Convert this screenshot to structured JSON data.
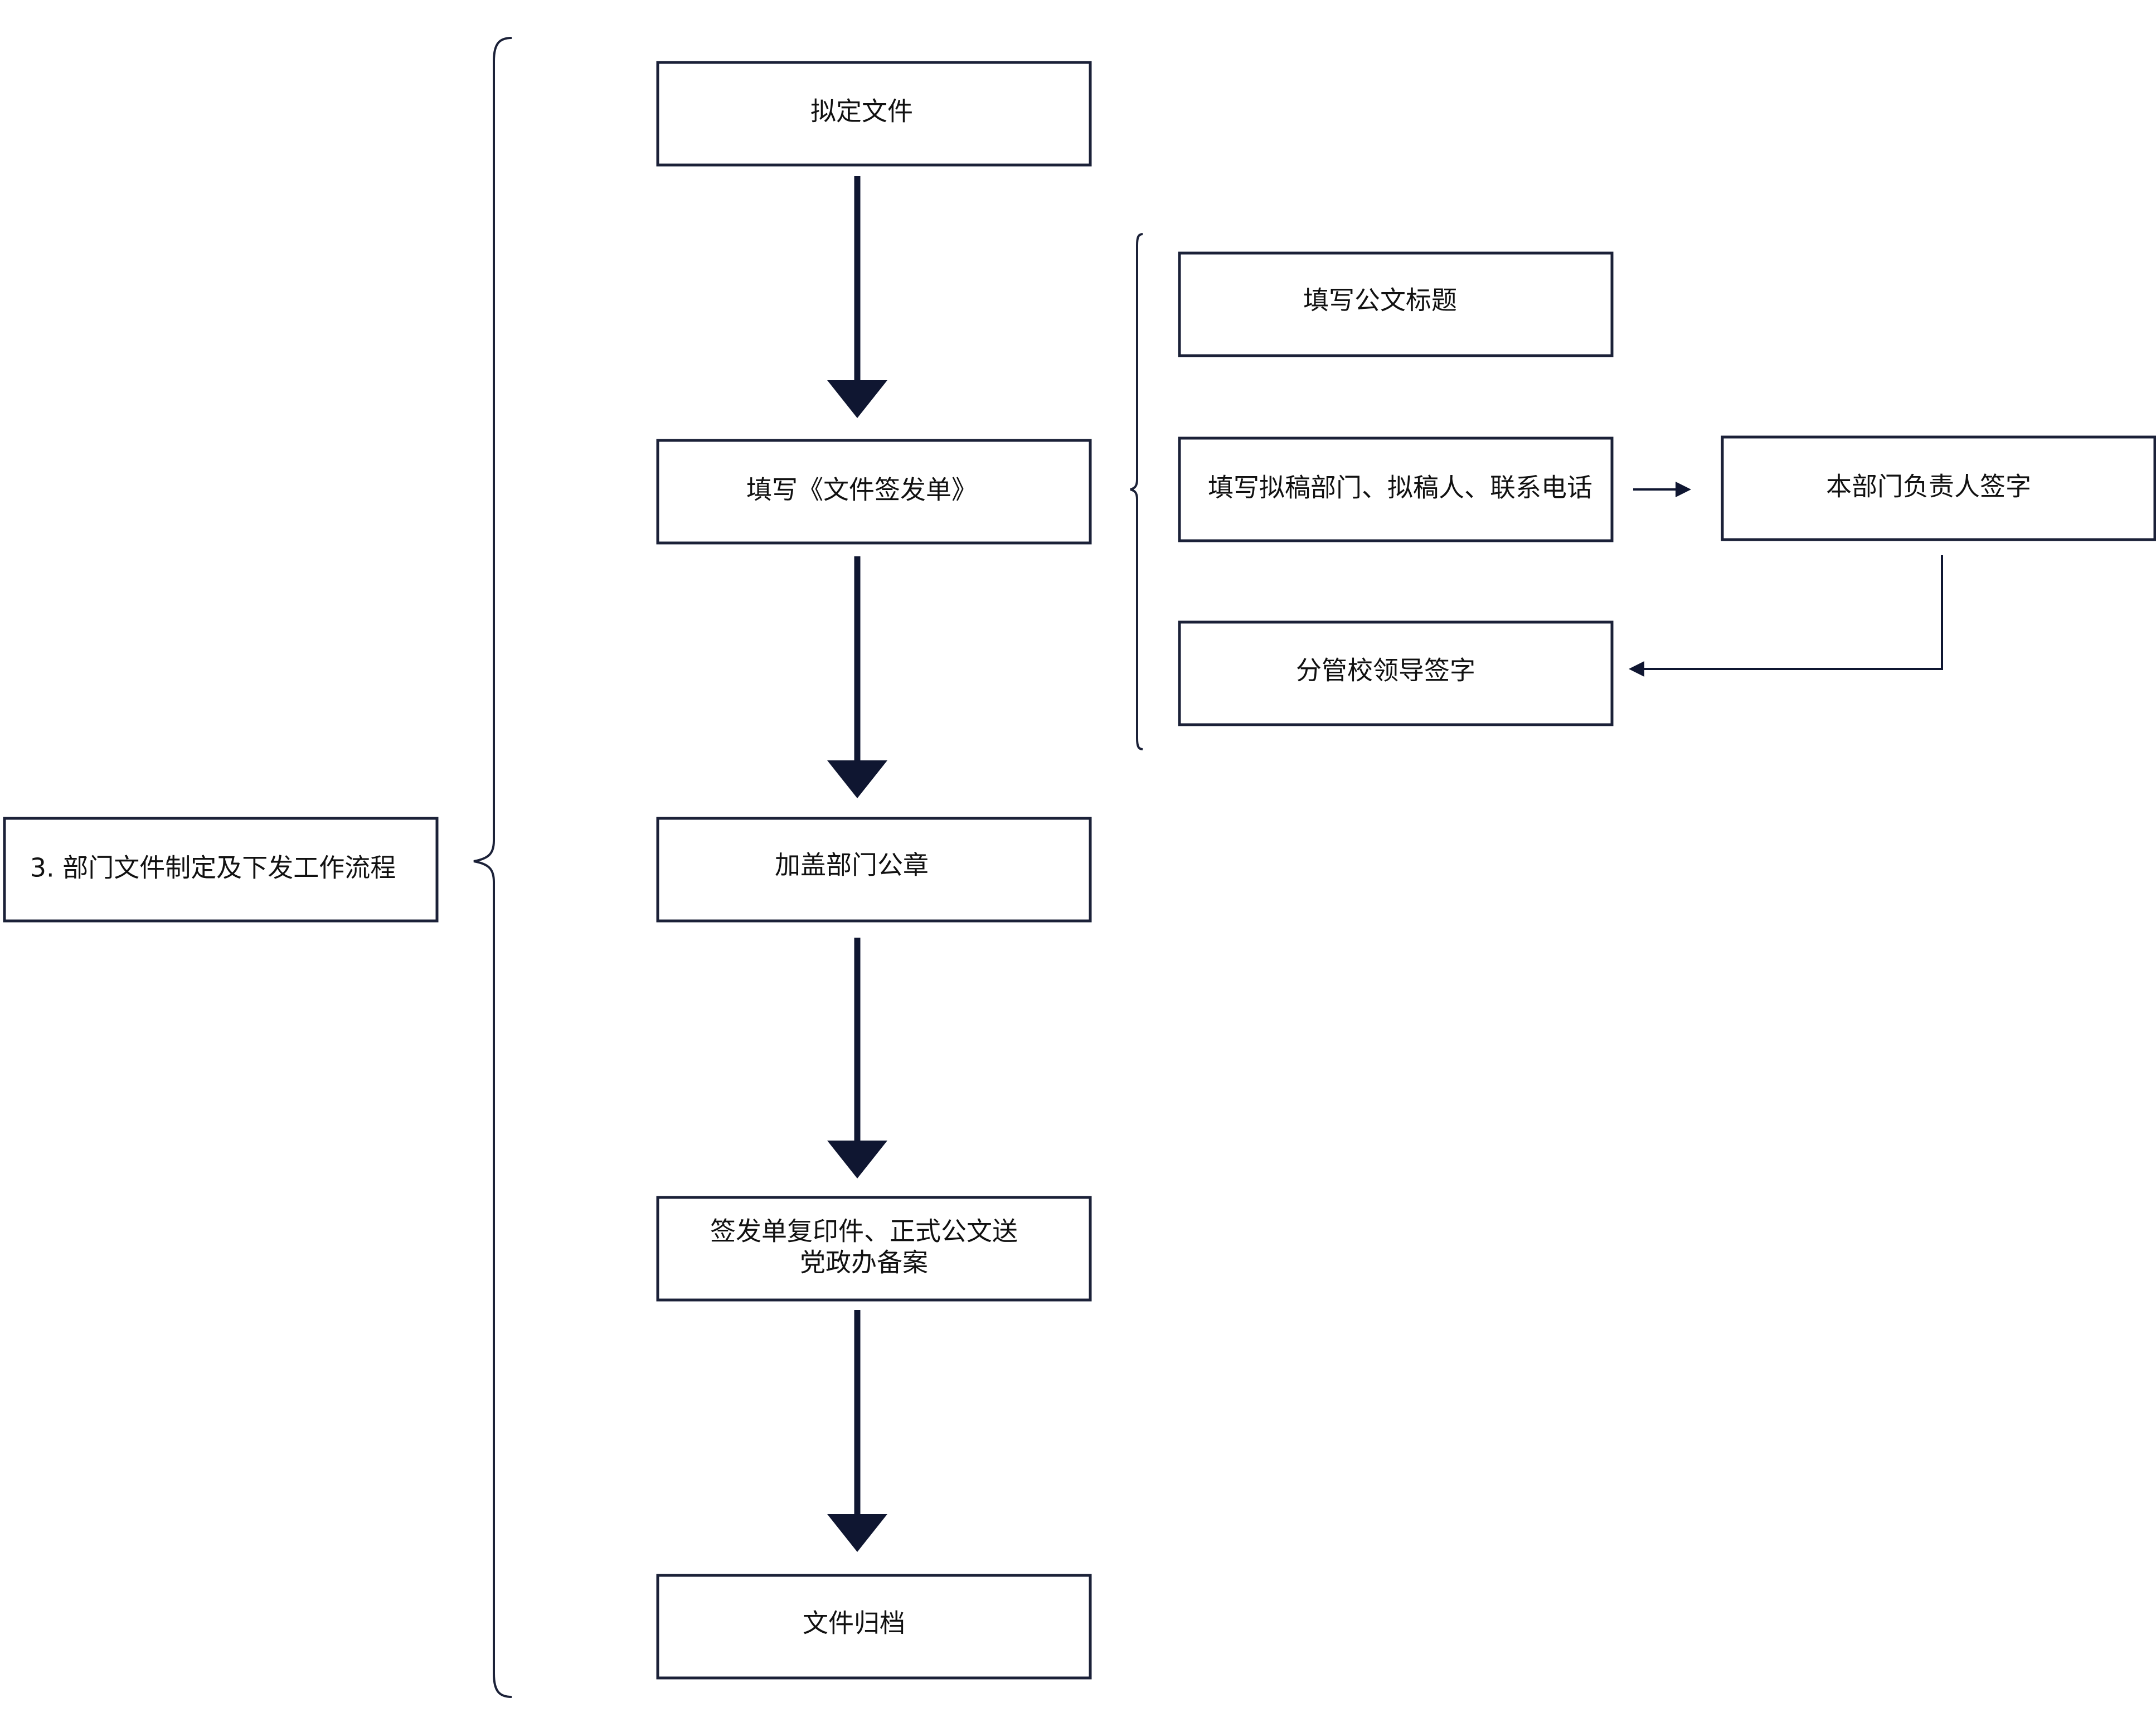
{
  "diagram": {
    "root": {
      "label": "3. 部门文件制定及下发工作流程"
    },
    "steps": [
      {
        "label": "拟定文件"
      },
      {
        "label": "填写《文件签发单》"
      },
      {
        "label": "加盖部门公章"
      },
      {
        "label": "签发单复印件、正式公文送",
        "label_line2": "党政办备案"
      },
      {
        "label": "文件归档"
      }
    ],
    "sub_steps": [
      {
        "label": "填写公文标题"
      },
      {
        "label": "填写拟稿部门、拟稿人、联系电话"
      },
      {
        "label": "分管校领导签字"
      }
    ],
    "side_step": {
      "label": "本部门负责人签字"
    },
    "colors": {
      "stroke": "#1b2138",
      "arrow": "#0f1631",
      "text": "#111111",
      "background": "#ffffff"
    }
  }
}
